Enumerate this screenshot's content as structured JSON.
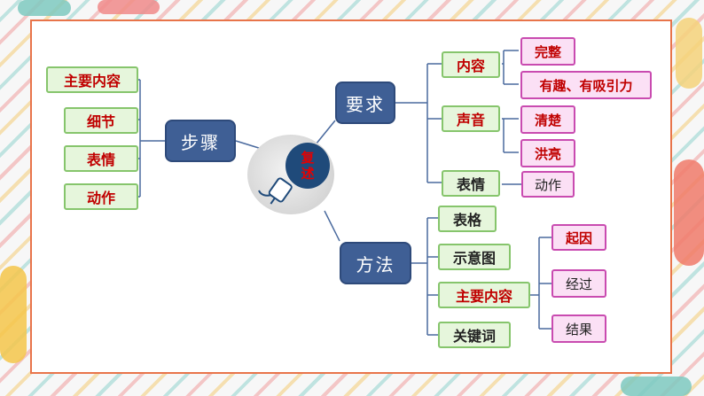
{
  "center": {
    "char1": "复",
    "char2": "述"
  },
  "steps": {
    "hub": "步骤",
    "items": [
      "主要内容",
      "细节",
      "表情",
      "动作"
    ]
  },
  "requirements": {
    "hub": "要求",
    "content": {
      "label": "内容",
      "children": [
        "完整",
        "有趣、有吸引力"
      ]
    },
    "sound": {
      "label": "声音",
      "children": [
        "清楚",
        "洪亮"
      ]
    },
    "expression": {
      "label": "表情",
      "children": [
        "动作"
      ]
    }
  },
  "methods": {
    "hub": "方法",
    "items": [
      "表格",
      "示意图",
      "主要内容",
      "关键词"
    ],
    "main_content_children": [
      "起因",
      "经过",
      "结果"
    ]
  },
  "colors": {
    "hub_fill": "#3f5f95",
    "green_box": "#e6f6dc",
    "pink_box": "#fbe0f5",
    "frame": "#e8744a",
    "text_red": "#c00000"
  }
}
